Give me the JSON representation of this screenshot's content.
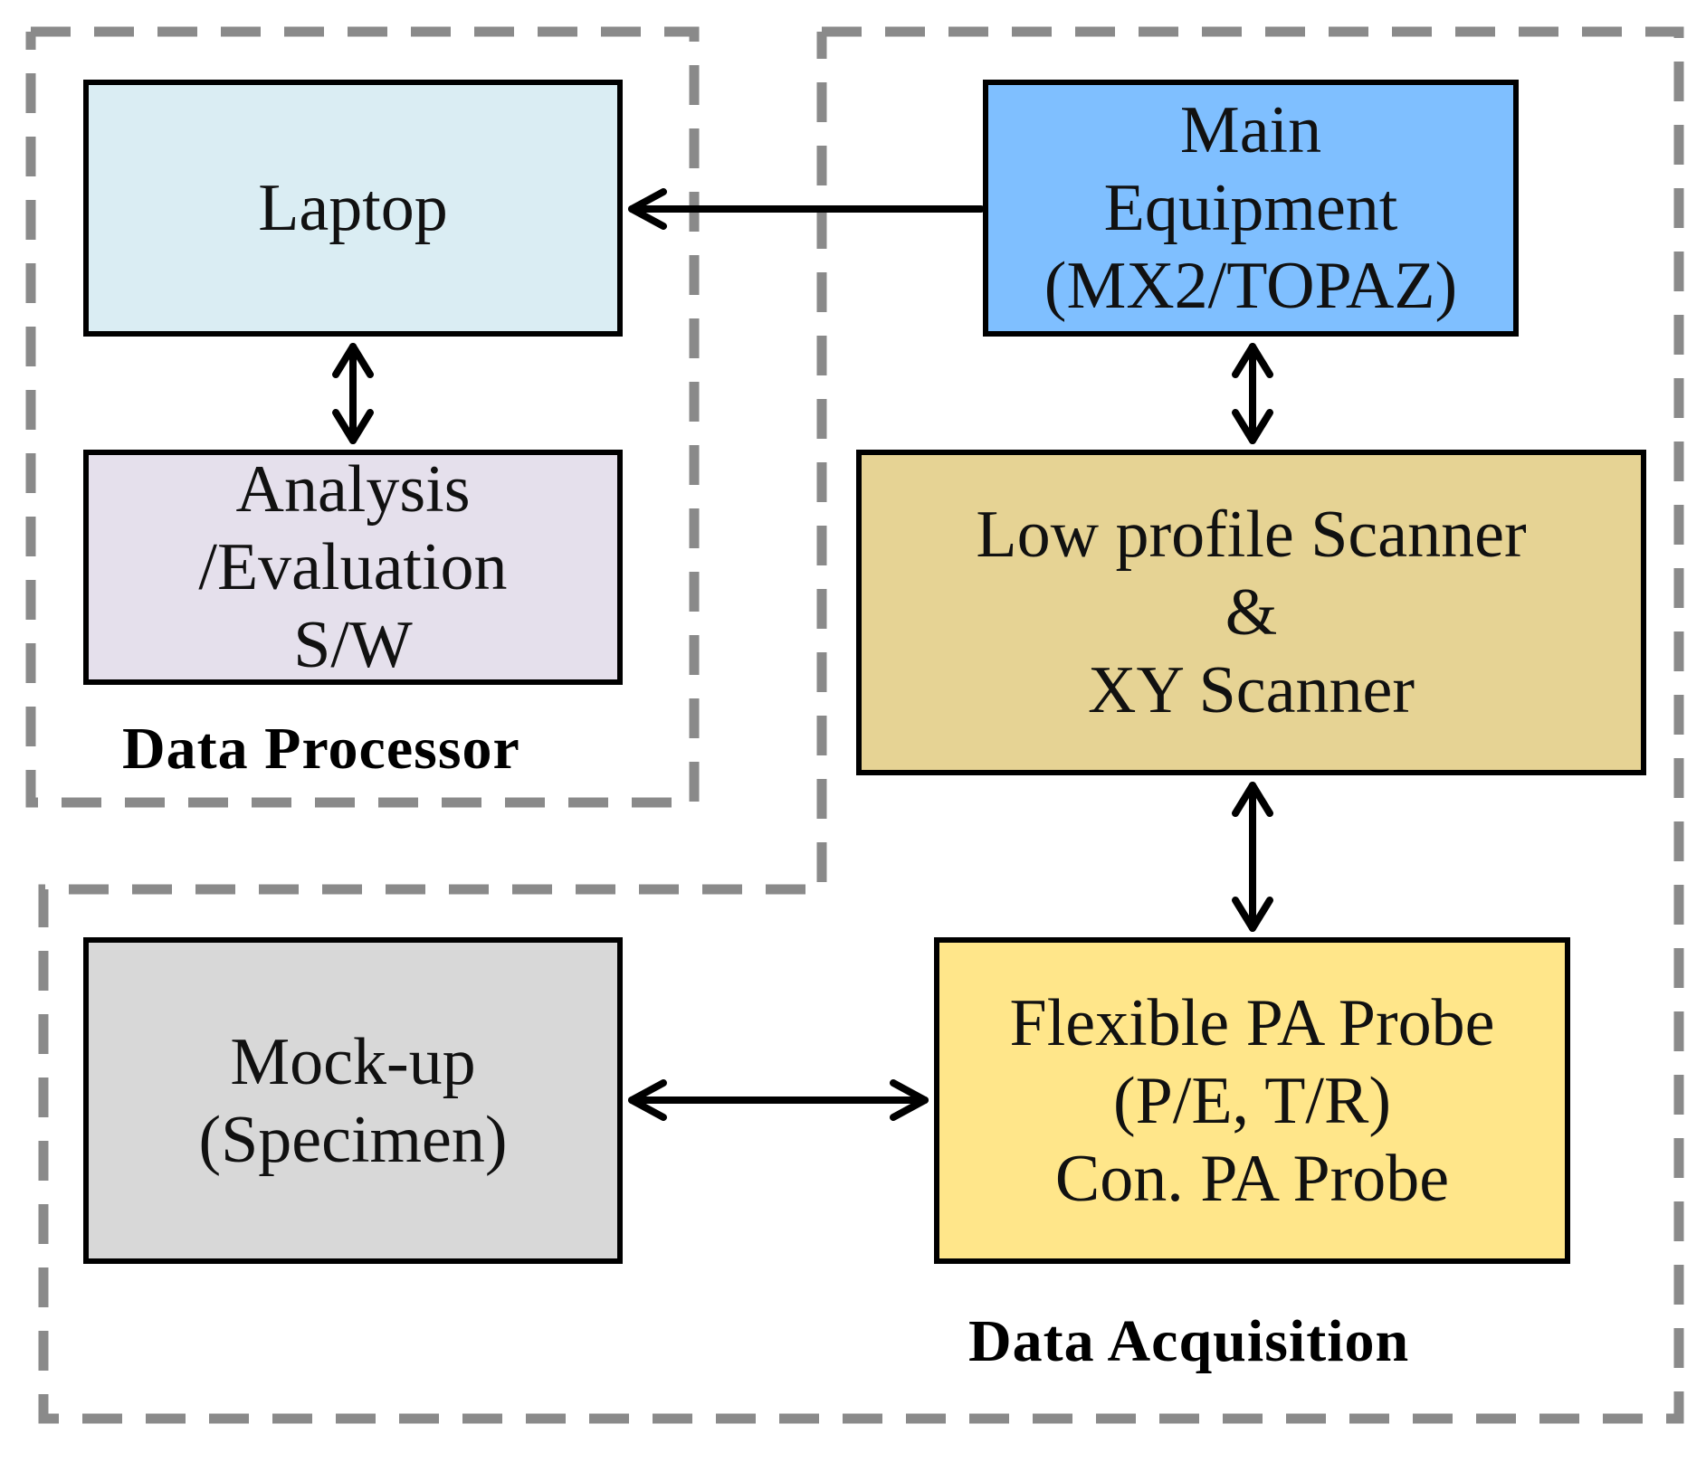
{
  "boxes": {
    "laptop": {
      "lines": [
        "Laptop"
      ],
      "fill": "#daedf3"
    },
    "analysis": {
      "lines": [
        "Analysis",
        "/Evaluation",
        "S/W"
      ],
      "fill": "#e5e0ec"
    },
    "main": {
      "lines": [
        "Main",
        "Equipment",
        "(MX2/TOPAZ)"
      ],
      "fill": "#7fbfff"
    },
    "scanner": {
      "lines": [
        "Low profile Scanner",
        "&",
        "XY Scanner"
      ],
      "fill": "#e6d394"
    },
    "mockup": {
      "lines": [
        "Mock-up",
        "(Specimen)"
      ],
      "fill": "#d8d8d8"
    },
    "probe": {
      "lines": [
        "Flexible PA Probe",
        "(P/E, T/R)",
        "Con. PA Probe"
      ],
      "fill": "#ffe68a"
    }
  },
  "groups": {
    "data_processor": {
      "label": "Data Processor"
    },
    "data_acquisition": {
      "label": "Data Acquisition"
    }
  },
  "connections": [
    {
      "from": "main",
      "to": "laptop",
      "direction": "one-way"
    },
    {
      "from": "laptop",
      "to": "analysis",
      "direction": "two-way"
    },
    {
      "from": "main",
      "to": "scanner",
      "direction": "two-way"
    },
    {
      "from": "scanner",
      "to": "probe",
      "direction": "two-way"
    },
    {
      "from": "mockup",
      "to": "probe",
      "direction": "two-way"
    }
  ],
  "colors": {
    "group_border": "#8a8a8a",
    "box_border": "#000000",
    "arrow": "#000000"
  }
}
